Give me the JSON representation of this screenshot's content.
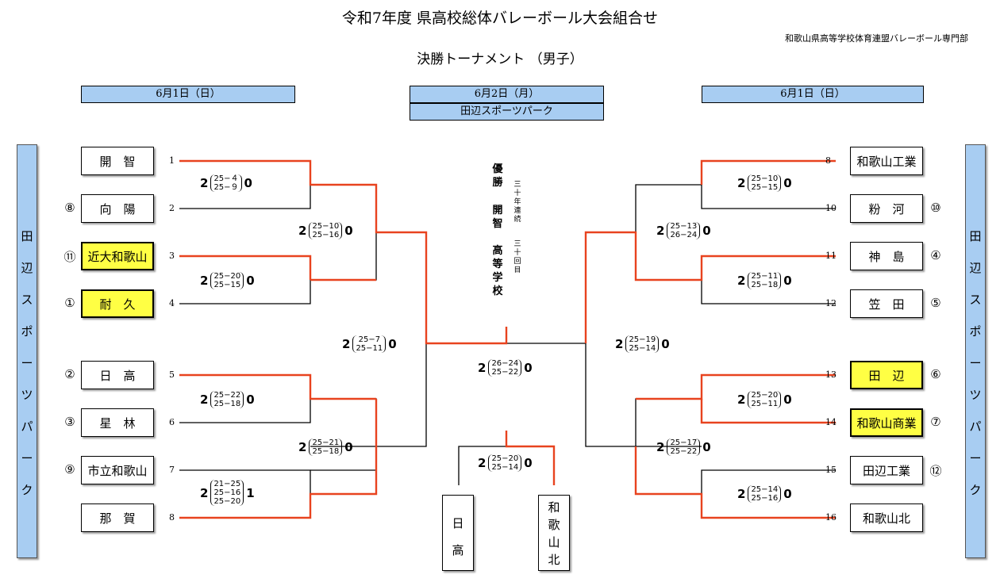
{
  "header": {
    "title": "令和7年度 県高校総体バレーボール大会組合せ",
    "org": "和歌山県高等学校体育連盟バレーボール専門部",
    "subtitle": "決勝トーナメント （男子）"
  },
  "dates": {
    "left": "6月1日（日）",
    "center": "6月2日（月）",
    "center_venue": "田辺スポーツパーク",
    "right": "6月1日（日）"
  },
  "venue_vertical": [
    "田",
    "辺",
    "ス",
    "ポ",
    "ー",
    "ツ",
    "パ",
    "ー",
    "ク"
  ],
  "teams": [
    {
      "no": "1",
      "name": "開　智",
      "seed": ""
    },
    {
      "no": "2",
      "name": "向　陽",
      "seed": "⑧"
    },
    {
      "no": "3",
      "name": "近大和歌山",
      "seed": "⑪"
    },
    {
      "no": "4",
      "name": "耐　久",
      "seed": "①"
    },
    {
      "no": "5",
      "name": "日　高",
      "seed": "②"
    },
    {
      "no": "6",
      "name": "星　林",
      "seed": "③"
    },
    {
      "no": "7",
      "name": "市立和歌山",
      "seed": "⑨"
    },
    {
      "no": "8",
      "name": "那　賀",
      "seed": ""
    },
    {
      "no": "8",
      "name": "和歌山工業",
      "seed": ""
    },
    {
      "no": "10",
      "name": "粉　河",
      "seed": "⑩"
    },
    {
      "no": "11",
      "name": "神　島",
      "seed": "④"
    },
    {
      "no": "12",
      "name": "笠　田",
      "seed": "⑤"
    },
    {
      "no": "13",
      "name": "田　辺",
      "seed": "⑥"
    },
    {
      "no": "14",
      "name": "和歌山商業",
      "seed": "⑦"
    },
    {
      "no": "15",
      "name": "田辺工業",
      "seed": "⑫"
    },
    {
      "no": "16",
      "name": "和歌山北",
      "seed": ""
    }
  ],
  "champion": {
    "label_a": "優勝",
    "label_b": "開智",
    "label_c": "高等学校",
    "note_a": "三十年連続",
    "note_b": "三十回目"
  },
  "finalists": {
    "left": "日高",
    "right": "和歌山北"
  },
  "scores": [
    {
      "l": "2",
      "sets": [
        "25−４",
        "25−９"
      ],
      "r": "0"
    },
    {
      "l": "2",
      "sets": [
        "25−20",
        "25−15"
      ],
      "r": "0"
    },
    {
      "l": "2",
      "sets": [
        "25−10",
        "25−16"
      ],
      "r": "0"
    },
    {
      "l": "2",
      "sets": [
        "25−22",
        "25−18"
      ],
      "r": "0"
    },
    {
      "l": "2",
      "sets": [
        "21−25",
        "25−16",
        "25−20"
      ],
      "r": "1"
    },
    {
      "l": "2",
      "sets": [
        "25−21",
        "25−18"
      ],
      "r": "0"
    },
    {
      "l": "2",
      "sets": [
        "25−7",
        "25−11"
      ],
      "r": "0"
    },
    {
      "l": "2",
      "sets": [
        "25−10",
        "25−15"
      ],
      "r": "0"
    },
    {
      "l": "2",
      "sets": [
        "25−11",
        "25−18"
      ],
      "r": "0"
    },
    {
      "l": "2",
      "sets": [
        "25−13",
        "26−24"
      ],
      "r": "0"
    },
    {
      "l": "2",
      "sets": [
        "25−20",
        "25−11"
      ],
      "r": "0"
    },
    {
      "l": "2",
      "sets": [
        "25−14",
        "25−16"
      ],
      "r": "0"
    },
    {
      "l": "2",
      "sets": [
        "25−17",
        "25−22"
      ],
      "r": "0"
    },
    {
      "l": "2",
      "sets": [
        "25−19",
        "25−14"
      ],
      "r": "0"
    },
    {
      "l": "2",
      "sets": [
        "26−24",
        "25−22"
      ],
      "r": "0"
    },
    {
      "l": "2",
      "sets": [
        "25−20",
        "25−14"
      ],
      "r": "0"
    }
  ],
  "colors": {
    "win": "#e8431f",
    "line": "#000000",
    "highlight": "#ffff44",
    "header": "#a8cdf2"
  }
}
